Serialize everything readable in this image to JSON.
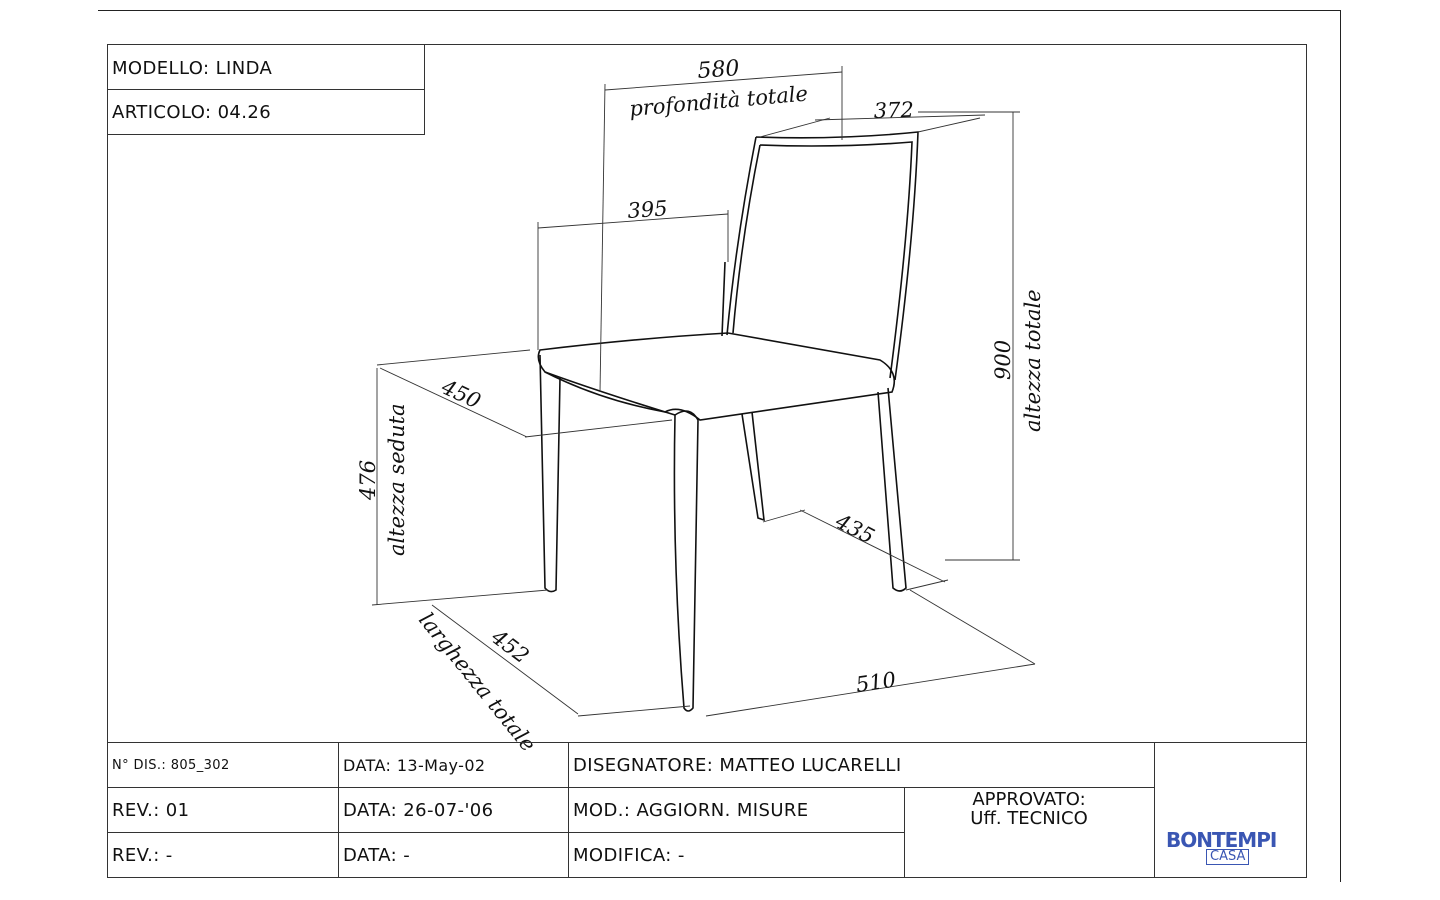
{
  "header": {
    "modello": "MODELLO: LINDA",
    "articolo": "ARTICOLO: 04.26"
  },
  "dimensions": {
    "depth_total": "580",
    "depth_total_label": "profondità totale",
    "backrest_width": "372",
    "seat_depth": "395",
    "seat_width": "450",
    "height_total": "900",
    "height_total_label": "altezza totale",
    "seat_height": "476",
    "seat_height_label": "altezza seduta",
    "leg_span": "435",
    "width_total": "452",
    "width_total_label": "larghezza totale",
    "base_depth": "510"
  },
  "title_block": {
    "dis_no": "N° DIS.: 805_302",
    "date_1": "DATA: 13-May-02",
    "designer": "DISEGNATORE: MATTEO LUCARELLI",
    "rev_1": "REV.: 01",
    "date_2": "DATA: 26-07-'06",
    "mod": "MOD.: AGGIORN. MISURE",
    "approved_1": "APPROVATO:",
    "approved_2": "Uff. TECNICO",
    "rev_2": "REV.: -",
    "date_3": "DATA: -",
    "modifica": "MODIFICA: -"
  },
  "logo": {
    "main": "BONTEMPI",
    "sub": "CASA",
    "color": "#3a56b3"
  }
}
